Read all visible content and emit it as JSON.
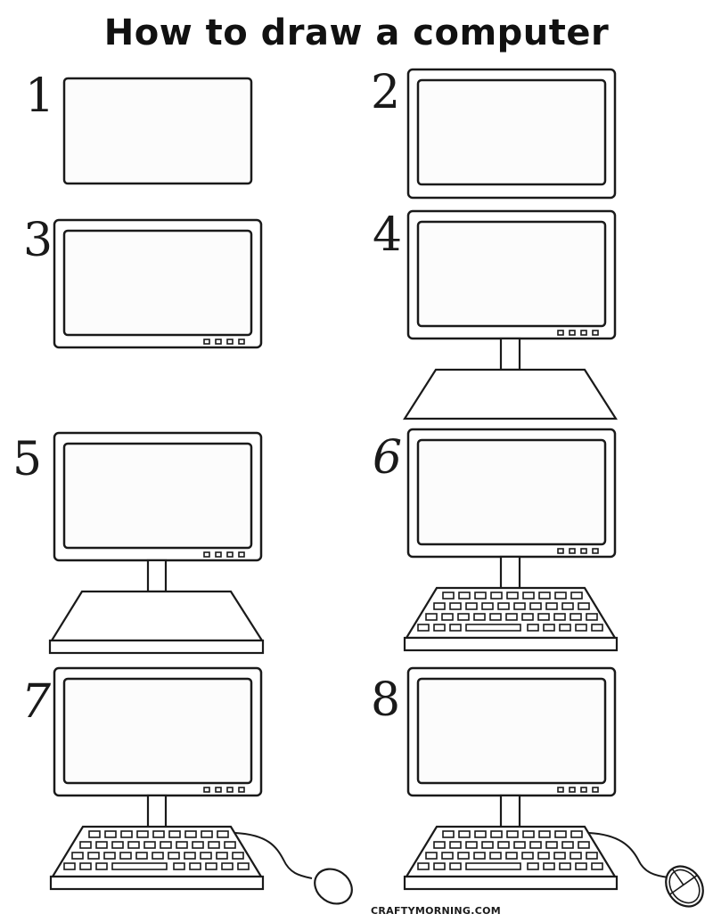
{
  "page": {
    "title": "How to draw a computer",
    "footer": "CRAFTYMORNING.COM"
  },
  "colors": {
    "stroke": "#1a1a1a",
    "screen_fill": "#fcfcfc",
    "background": "#ffffff"
  },
  "steps": [
    {
      "number": "1",
      "parts": [
        "screen"
      ]
    },
    {
      "number": "2",
      "parts": [
        "screen",
        "bezel"
      ]
    },
    {
      "number": "3",
      "parts": [
        "screen",
        "bezel",
        "buttons"
      ]
    },
    {
      "number": "4",
      "parts": [
        "screen",
        "bezel",
        "buttons",
        "neck",
        "stand"
      ]
    },
    {
      "number": "5",
      "parts": [
        "screen",
        "bezel",
        "buttons",
        "neck",
        "stand",
        "desk-slab"
      ]
    },
    {
      "number": "6",
      "parts": [
        "screen",
        "bezel",
        "buttons",
        "neck",
        "keyboard"
      ]
    },
    {
      "number": "7",
      "parts": [
        "screen",
        "bezel",
        "buttons",
        "neck",
        "keyboard",
        "mouse-cable",
        "mouse"
      ]
    },
    {
      "number": "8",
      "parts": [
        "screen",
        "bezel",
        "buttons",
        "neck",
        "keyboard",
        "mouse-cable",
        "mouse",
        "mouse-buttons"
      ]
    }
  ]
}
